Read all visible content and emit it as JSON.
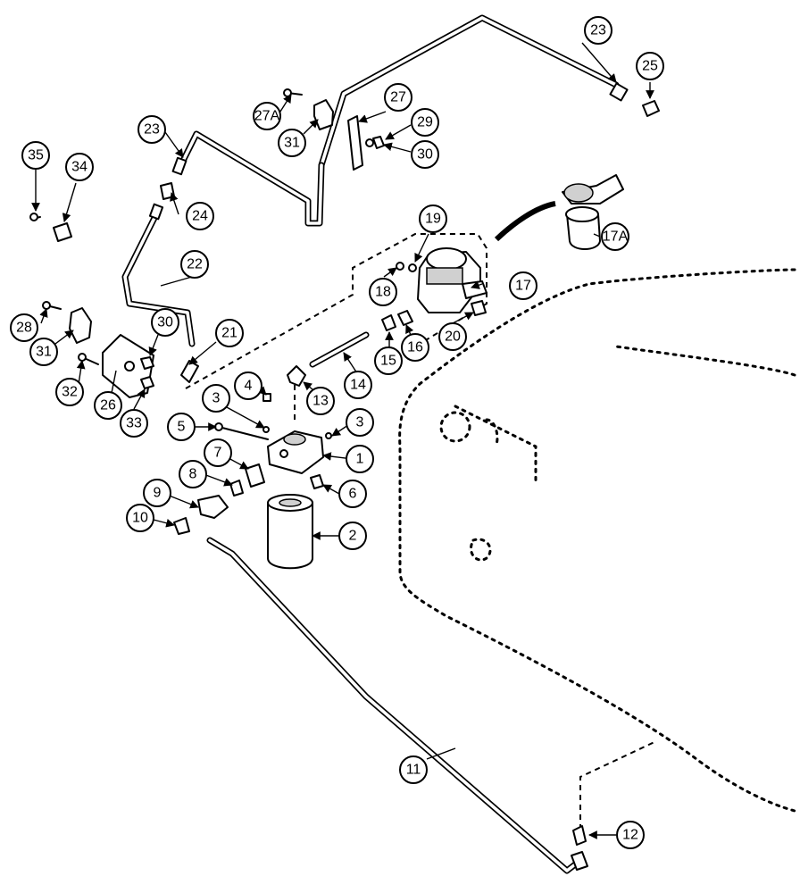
{
  "callouts": {
    "c1": "1",
    "c2": "2",
    "c3a": "3",
    "c3b": "3",
    "c4": "4",
    "c5": "5",
    "c6": "6",
    "c7": "7",
    "c8": "8",
    "c9": "9",
    "c10": "10",
    "c11": "11",
    "c12": "12",
    "c13": "13",
    "c14": "14",
    "c15": "15",
    "c16": "16",
    "c17": "17",
    "c17a": "17A",
    "c18": "18",
    "c19": "19",
    "c20": "20",
    "c21": "21",
    "c22": "22",
    "c23a": "23",
    "c23b": "23",
    "c24": "24",
    "c25": "25",
    "c26": "26",
    "c27": "27",
    "c27a": "27A",
    "c28": "28",
    "c29": "29",
    "c30a": "30",
    "c30b": "30",
    "c31a": "31",
    "c31b": "31",
    "c32": "32",
    "c33": "33",
    "c34": "34",
    "c35": "35"
  }
}
